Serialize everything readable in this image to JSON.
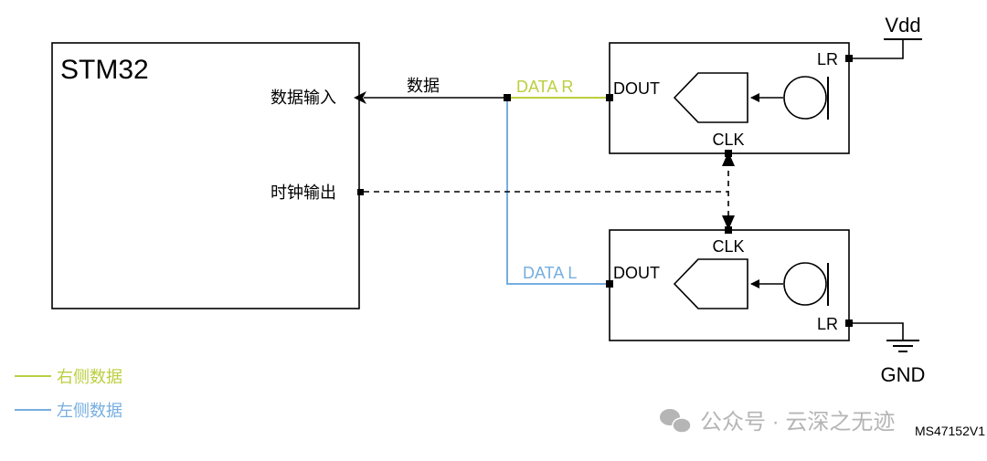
{
  "stm32": {
    "title": "STM32",
    "data_in": "数据输入",
    "clock_out": "时钟输出"
  },
  "signals": {
    "data": "数据",
    "data_r": "DATA R",
    "data_l": "DATA L"
  },
  "mic_top": {
    "dout": "DOUT",
    "clk": "CLK",
    "lr": "LR"
  },
  "mic_bottom": {
    "dout": "DOUT",
    "clk": "CLK",
    "lr": "LR"
  },
  "power": {
    "vdd": "Vdd",
    "gnd": "GND"
  },
  "legend": {
    "right": "右侧数据",
    "left": "左侧数据"
  },
  "watermark": {
    "text": "公众号 · 云深之无迹"
  },
  "code": "MS47152V1",
  "colors": {
    "data_r": "#bccf3f",
    "data_l": "#76aee0",
    "watermark": "#b5b5b5"
  }
}
